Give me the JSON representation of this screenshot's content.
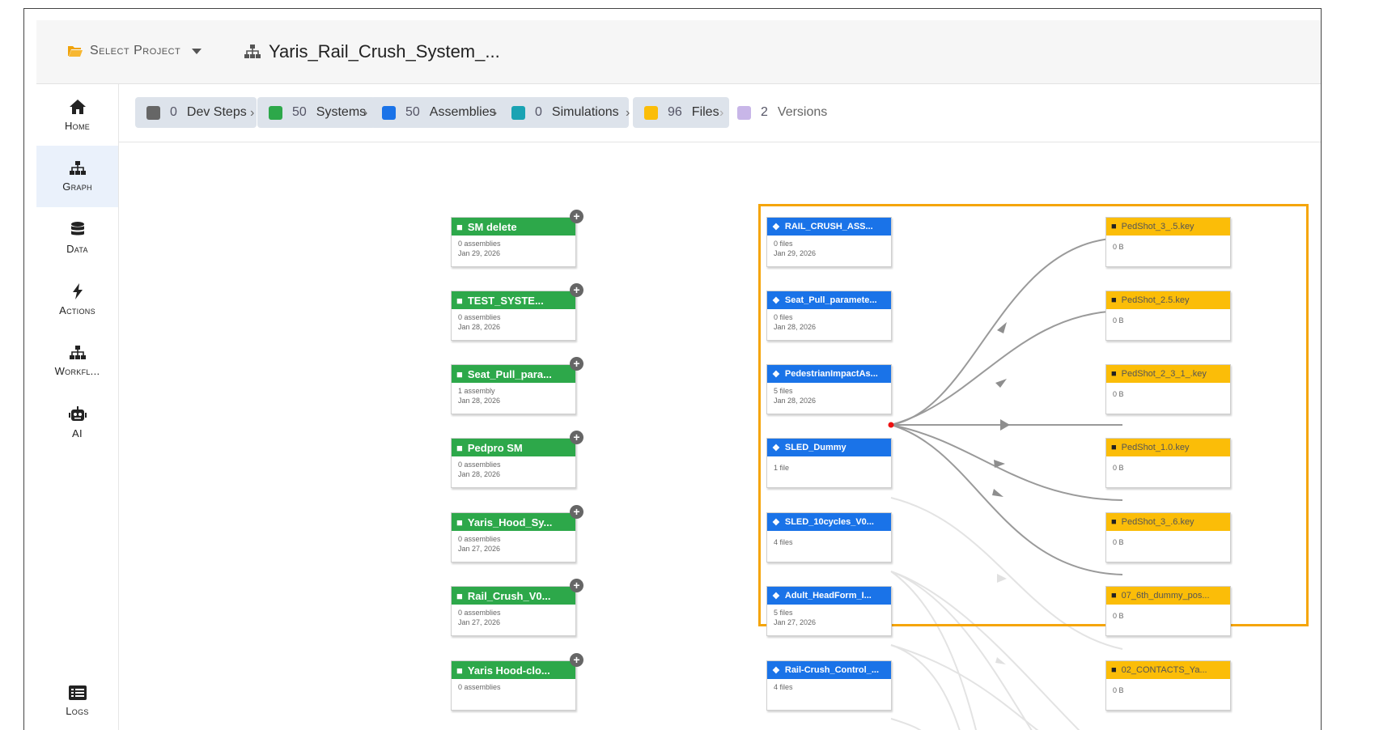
{
  "topbar": {
    "select_project": "Select Project",
    "project_title": "Yaris_Rail_Crush_System_..."
  },
  "sidebar": {
    "items": [
      {
        "label": "Home",
        "icon": "home-icon"
      },
      {
        "label": "Graph",
        "icon": "graph-icon",
        "active": true
      },
      {
        "label": "Data",
        "icon": "database-icon"
      },
      {
        "label": "Actions",
        "icon": "bolt-icon"
      },
      {
        "label": "Workfl...",
        "icon": "workflow-icon"
      },
      {
        "label": "AI",
        "icon": "robot-icon"
      },
      {
        "label": "Logs",
        "icon": "logs-icon"
      }
    ]
  },
  "breadcrumb": [
    {
      "count": "0",
      "label": "Dev Steps",
      "color": "#666666"
    },
    {
      "count": "50",
      "label": "Systems",
      "color": "#2da84a"
    },
    {
      "count": "50",
      "label": "Assemblies",
      "color": "#1a73e8"
    },
    {
      "count": "0",
      "label": "Simulations",
      "color": "#1aa3b3"
    },
    {
      "count": "96",
      "label": "Files",
      "color": "#fbbd08"
    },
    {
      "count": "2",
      "label": "Versions",
      "color": "#c8b6e8"
    }
  ],
  "systems": [
    {
      "title": "SM delete",
      "line1": "0 assemblies",
      "line2": "Jan 29, 2026"
    },
    {
      "title": "TEST_SYSTE...",
      "line1": "0 assemblies",
      "line2": "Jan 28, 2026"
    },
    {
      "title": "Seat_Pull_para...",
      "line1": "1 assembly",
      "line2": "Jan 28, 2026"
    },
    {
      "title": "Pedpro SM",
      "line1": "0 assemblies",
      "line2": "Jan 28, 2026"
    },
    {
      "title": "Yaris_Hood_Sy...",
      "line1": "0 assemblies",
      "line2": "Jan 27, 2026"
    },
    {
      "title": "Rail_Crush_V0...",
      "line1": "0 assemblies",
      "line2": "Jan 27, 2026"
    },
    {
      "title": "Yaris Hood-clo...",
      "line1": "0 assemblies",
      "line2": ""
    }
  ],
  "assemblies": [
    {
      "title": "RAIL_CRUSH_ASS...",
      "line1": "0 files",
      "line2": "Jan 29, 2026"
    },
    {
      "title": "Seat_Pull_paramete...",
      "line1": "0 files",
      "line2": "Jan 28, 2026"
    },
    {
      "title": "PedestrianImpactAs...",
      "line1": "5 files",
      "line2": "Jan 28, 2026"
    },
    {
      "title": "SLED_Dummy",
      "line1": "1 file",
      "line2": ""
    },
    {
      "title": "SLED_10cycles_V0...",
      "line1": "4 files",
      "line2": ""
    },
    {
      "title": "Adult_HeadForm_I...",
      "line1": "5 files",
      "line2": "Jan 27, 2026"
    },
    {
      "title": "Rail-Crush_Control_...",
      "line1": "4 files",
      "line2": ""
    }
  ],
  "files": [
    {
      "title": "PedShot_3_.5.key",
      "size": "0 B"
    },
    {
      "title": "PedShot_2.5.key",
      "size": "0 B"
    },
    {
      "title": "PedShot_2_3_1_.key",
      "size": "0 B"
    },
    {
      "title": "PedShot_1.0.key",
      "size": "0 B"
    },
    {
      "title": "PedShot_3_.6.key",
      "size": "0 B"
    },
    {
      "title": "07_6th_dummy_pos...",
      "size": "0 B"
    },
    {
      "title": "02_CONTACTS_Ya...",
      "size": "0 B"
    }
  ]
}
